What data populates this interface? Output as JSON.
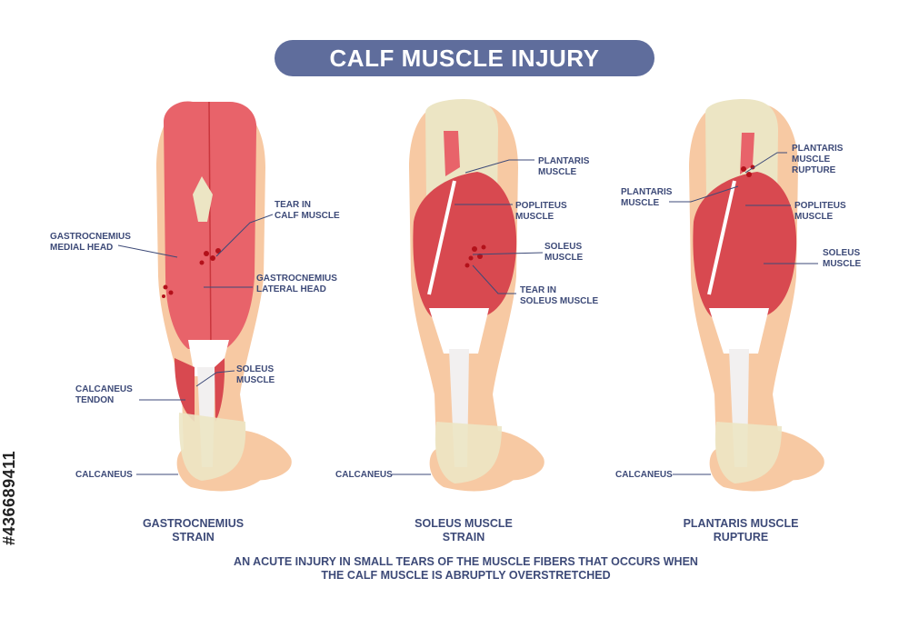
{
  "title": "CALF MUSCLE INJURY",
  "panels": [
    {
      "caption": "GASTROCNEMIUS\nSTRAIN",
      "labels": {
        "tear": "TEAR IN\nCALF MUSCLE",
        "medial": "GASTROCNEMIUS\nMEDIAL HEAD",
        "lateral": "GASTROCNEMIUS\nLATERAL HEAD",
        "soleus": "SOLEUS\nMUSCLE",
        "tendon": "CALCANEUS\nTENDON",
        "calcaneus": "CALCANEUS"
      }
    },
    {
      "caption": "SOLEUS MUSCLE\nSTRAIN",
      "labels": {
        "plantaris": "PLANTARIS\nMUSCLE",
        "popliteus": "POPLITEUS\nMUSCLE",
        "soleus": "SOLEUS\nMUSCLE",
        "tear": "TEAR IN\nSOLEUS MUSCLE",
        "calcaneus": "CALCANEUS"
      }
    },
    {
      "caption": "PLANTARIS MUSCLE\nRUPTURE",
      "labels": {
        "rupture": "PLANTARIS\nMUSCLE\nRUPTURE",
        "plantaris": "PLANTARIS\nMUSCLE",
        "popliteus": "POPLITEUS\nMUSCLE",
        "soleus": "SOLEUS\nMUSCLE",
        "calcaneus": "CALCANEUS"
      }
    }
  ],
  "footer": "AN ACUTE INJURY IN SMALL TEARS OF THE MUSCLE FIBERS THAT OCCURS WHEN\nTHE CALF MUSCLE IS ABRUPTLY OVERSTRETCHED",
  "stock_id": "#436689411",
  "colors": {
    "title_bg": "#5f6d9c",
    "text": "#3d4a78",
    "skin": "#f7c9a3",
    "bone": "#ece5c4",
    "muscle": "#e8636a",
    "muscle_dark": "#c9363d",
    "tendon": "#ffffff",
    "tear": "#b3111a"
  }
}
